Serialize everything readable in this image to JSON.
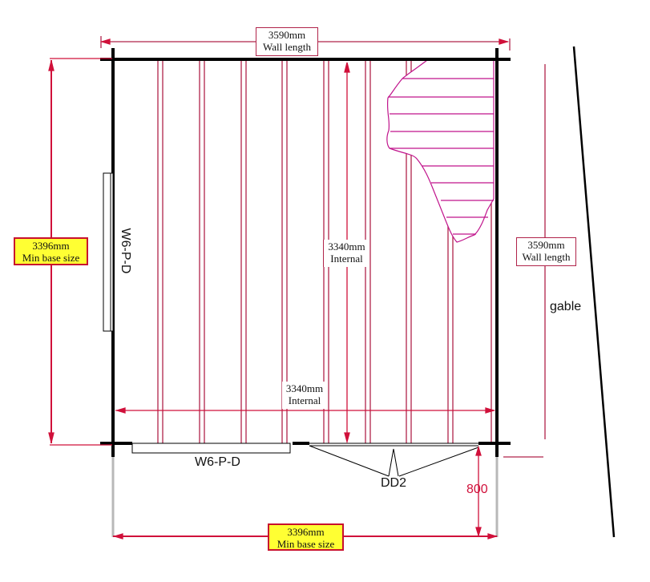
{
  "drawing": {
    "colors": {
      "wall": "#000000",
      "joist": "#b0244a",
      "dimension": "#d0103a",
      "hatch": "#c0148c",
      "label_fill_highlight": "#ffff33",
      "extension": "#b8b8b8"
    },
    "top_dimension": {
      "value": "3590mm",
      "caption": "Wall length"
    },
    "left_dimension": {
      "value": "3396mm",
      "caption": "Min base size"
    },
    "right_dimension": {
      "value": "3590mm",
      "caption": "Wall length"
    },
    "internal_vertical": {
      "value": "3340mm",
      "caption": "Internal"
    },
    "internal_horizontal": {
      "value": "3340mm",
      "caption": "Internal"
    },
    "bottom_dimension": {
      "value": "3396mm",
      "caption": "Min base size"
    },
    "overhang_dimension": "800",
    "gable_label": "gable",
    "left_window_label": "W6-P-D",
    "front_window_label": "W6-P-D",
    "door_label": "DD2"
  }
}
